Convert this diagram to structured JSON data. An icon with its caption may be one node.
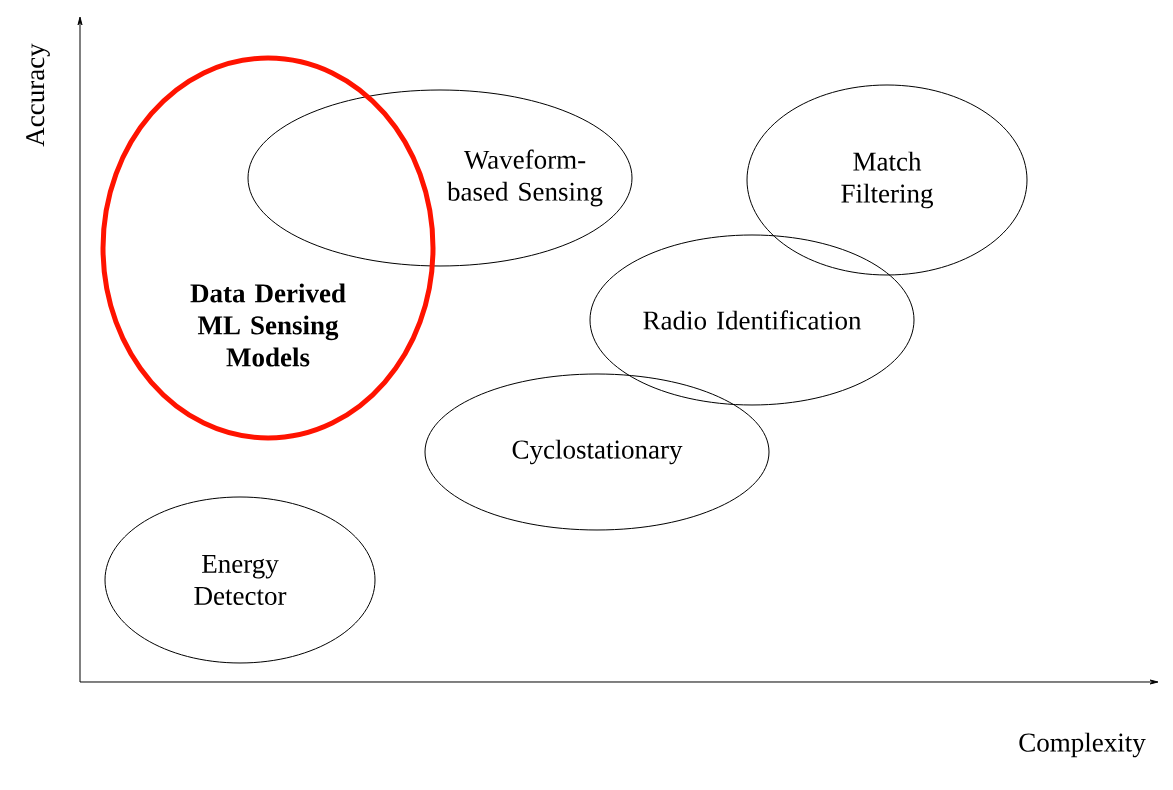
{
  "diagram": {
    "nodes": [
      {
        "text": [
          "Waveform-based Sensing"
        ]
      },
      {
        "text": [
          "Match Filtering"
        ]
      },
      {
        "text": [
          "Data Derived ML Sensing Models"
        ]
      },
      {
        "text": [
          "Radio Identification"
        ]
      },
      {
        "text": [
          "Cyclostationary"
        ]
      },
      {
        "text": [
          "Energy Detector"
        ]
      }
    ],
    "edges": [],
    "labels": [
      "Accuracy",
      "Complexity"
    ]
  }
}
